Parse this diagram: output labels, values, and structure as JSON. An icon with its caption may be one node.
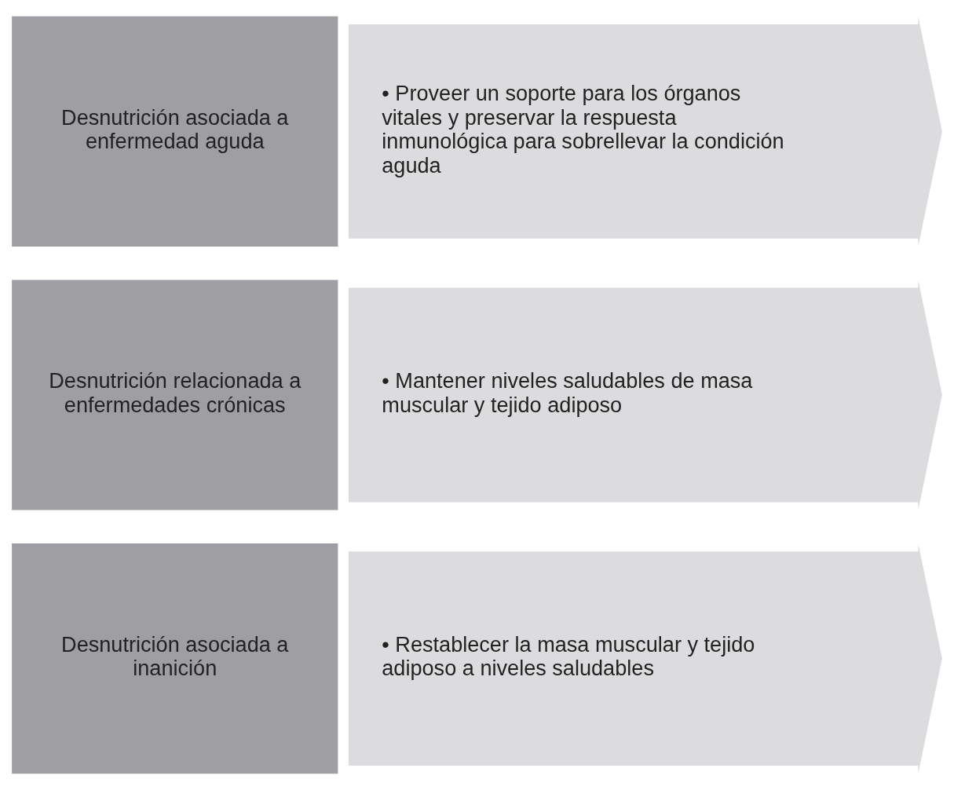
{
  "diagram": {
    "nodes": [
      {
        "text": [
          "Desnutrición asociada a inanición"
        ]
      },
      {
        "text": [
          "• Restablecer la masa muscular y tejido adiposo a niveles saludables"
        ]
      },
      {
        "text": [
          "Desnutrición relacionada a enfermedades crónicas"
        ]
      },
      {
        "text": [
          "• Mantener niveles saludables de masa muscular y tejido adiposo"
        ]
      },
      {
        "text": [
          "Desnutrición asociada a enfermedad aguda"
        ]
      },
      {
        "text": [
          "• Proveer un soporte para los órganos vitales y preservar la respuesta inmunológica para sobrellevar la condición aguda"
        ]
      }
    ]
  }
}
